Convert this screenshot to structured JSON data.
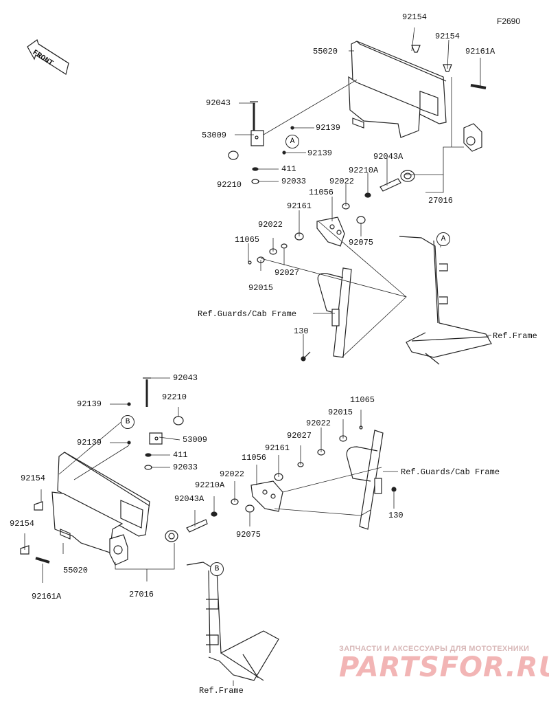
{
  "figure_code": "F2690",
  "front_label": "FRONT",
  "callouts_circle": [
    "A",
    "B"
  ],
  "watermark": {
    "line1": "ЗАПЧАСТИ И АКСЕССУАРЫ ДЛЯ МОТОТЕХНИКИ",
    "logo": "PARTSFOR.RU"
  },
  "upper_labels": {
    "p92154a": "92154",
    "p92154b": "92154",
    "p55020": "55020",
    "p92161A": "92161A",
    "p92043": "92043",
    "p92139a": "92139",
    "p53009": "53009",
    "p92139b": "92139",
    "p411": "411",
    "p92210": "92210",
    "p92033": "92033",
    "p92043A": "92043A",
    "p92210A": "92210A",
    "p92022a": "92022",
    "p11056": "11056",
    "p92161": "92161",
    "p92022b": "92022",
    "p27016": "27016",
    "p11065": "11065",
    "p92075": "92075",
    "p92027": "92027",
    "p92015": "92015",
    "ref_guards": "Ref.Guards/Cab Frame",
    "p130": "130",
    "ref_frame": "Ref.Frame"
  },
  "lower_labels": {
    "p92043": "92043",
    "p92139a": "92139",
    "p92210": "92210",
    "p11065": "11065",
    "p92015": "92015",
    "p92022a": "92022",
    "p53009": "53009",
    "p92139b": "92139",
    "p411": "411",
    "p92027": "92027",
    "p92033": "92033",
    "p92161": "92161",
    "p11056": "11056",
    "ref_guards": "Ref.Guards/Cab Frame",
    "p92154a": "92154",
    "p92022b": "92022",
    "p92210A": "92210A",
    "p92043A": "92043A",
    "p130": "130",
    "p92154b": "92154",
    "p92075": "92075",
    "p55020": "55020",
    "p27016": "27016",
    "p92161A": "92161A",
    "ref_frame": "Ref.Frame"
  }
}
